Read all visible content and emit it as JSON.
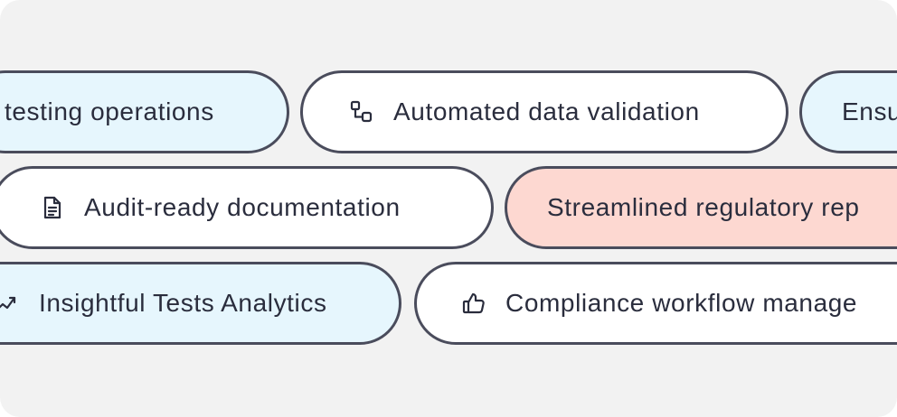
{
  "pills": [
    {
      "id": "pill-testing-operations",
      "label": "testing operations",
      "icon": null,
      "color": "#e6f6fd"
    },
    {
      "id": "pill-automated-data-validation",
      "label": "Automated data validation",
      "icon": "link-nodes-icon",
      "color": "#ffffff"
    },
    {
      "id": "pill-ensure",
      "label": "Ensu",
      "icon": null,
      "color": "#e6f6fd"
    },
    {
      "id": "pill-audit-ready-documentation",
      "label": "Audit-ready documentation",
      "icon": "document-icon",
      "color": "#ffffff"
    },
    {
      "id": "pill-streamlined-regulatory-reporting",
      "label": "Streamlined regulatory rep",
      "icon": null,
      "color": "#fdd8d1"
    },
    {
      "id": "pill-insightful-tests-analytics",
      "label": "Insightful Tests Analytics",
      "icon": "chart-icon",
      "color": "#e6f6fd"
    },
    {
      "id": "pill-compliance-workflow-management",
      "label": "Compliance workflow manage",
      "icon": "thumbs-up-icon",
      "color": "#ffffff"
    }
  ],
  "colors": {
    "background": "#f2f2f2",
    "border": "#4a4c5c",
    "text": "#2a2d3d",
    "blue": "#e6f6fd",
    "pink": "#fdd8d1",
    "white": "#ffffff"
  }
}
